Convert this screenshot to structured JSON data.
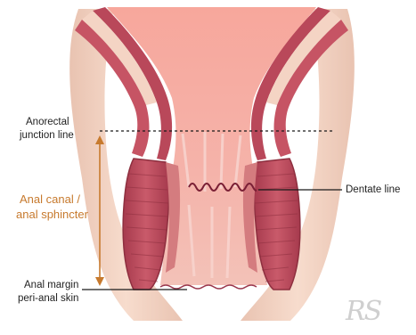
{
  "labels": {
    "anorectal_line_1": "Anorectal",
    "anorectal_line_2": "junction line",
    "anal_canal_1": "Anal canal /",
    "anal_canal_2": "anal sphincter",
    "dentate": "Dentate line",
    "margin_1": "Anal margin",
    "margin_2": "peri-anal skin"
  },
  "signature": "RS",
  "colors": {
    "accent": "#c77a2e",
    "muscle": "#b9485a",
    "muscle_dark": "#8e2f3f",
    "mucosa": "#f6b7ad",
    "skin": "#f1d2c2"
  }
}
